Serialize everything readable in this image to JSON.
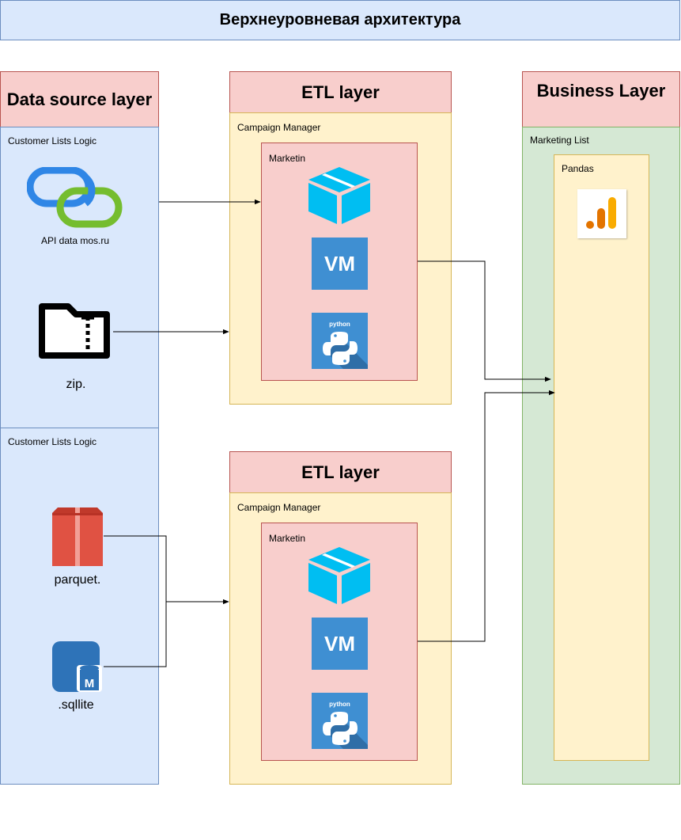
{
  "title": "Верхнеуровневая архитектура",
  "data_source": {
    "header": "Data source layer",
    "group1": {
      "label": "Customer Lists Logic",
      "items": [
        {
          "label": "API data mos.ru",
          "icon": "link-chain-icon"
        },
        {
          "label": "zip.",
          "icon": "zip-folder-icon"
        }
      ]
    },
    "group2": {
      "label": "Customer Lists Logic",
      "items": [
        {
          "label": "parquet.",
          "icon": "parquet-icon"
        },
        {
          "label": ".sqllite",
          "icon": "database-icon"
        }
      ]
    }
  },
  "etl_top": {
    "header": "ETL layer",
    "container_label": "Campaign Manager",
    "inner_label": "Marketin",
    "icons": [
      "box-icon",
      "vm-icon",
      "python-icon"
    ],
    "vm_text": "VM",
    "python_text": "python"
  },
  "etl_bottom": {
    "header": "ETL layer",
    "container_label": "Campaign Manager",
    "inner_label": "Marketin",
    "icons": [
      "box-icon",
      "vm-icon",
      "python-icon"
    ],
    "vm_text": "VM",
    "python_text": "python"
  },
  "business": {
    "header": "Business Layer",
    "container_label": "Marketing List",
    "inner_label": "Pandas",
    "icon": "analytics-icon"
  },
  "colors": {
    "blue_fill": "#dae8fc",
    "red_fill": "#f8cecc",
    "yellow_fill": "#fff2cc",
    "green_fill": "#d5e8d4",
    "cube": "#00bef2",
    "vm": "#3f8fd2",
    "parquet": "#e05243",
    "database": "#2e73b8"
  }
}
